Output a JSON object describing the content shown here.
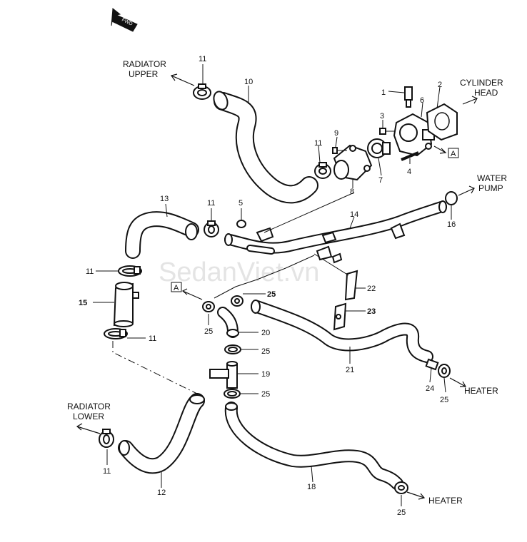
{
  "watermark": "SedanViet.vn",
  "fwd_label": "FWD",
  "destinations": {
    "radiator_upper": [
      "RADIATOR",
      "UPPER"
    ],
    "cylinder_head": [
      "CYLINDER",
      "HEAD"
    ],
    "water_pump": [
      "WATER",
      "PUMP"
    ],
    "radiator_lower": [
      "RADIATOR",
      "LOWER"
    ],
    "heater_1": "HEATER",
    "heater_2": "HEATER"
  },
  "ref_box_label": "A",
  "callouts": {
    "c1": "1",
    "c2": "2",
    "c3": "3",
    "c4": "4",
    "c5": "5",
    "c6": "6",
    "c7": "7",
    "c8": "8",
    "c9": "9",
    "c10": "10",
    "c11a": "11",
    "c11b": "11",
    "c11c": "11",
    "c11d": "11",
    "c11e": "11",
    "c11f": "11",
    "c12": "12",
    "c13": "13",
    "c14": "14",
    "c15": "15",
    "c16": "16",
    "c18": "18",
    "c19": "19",
    "c20": "20",
    "c21": "21",
    "c22": "22",
    "c23": "23",
    "c24": "24",
    "c25a": "25",
    "c25b": "25",
    "c25c": "25",
    "c25d": "25",
    "c25e": "25",
    "c25f": "25"
  }
}
